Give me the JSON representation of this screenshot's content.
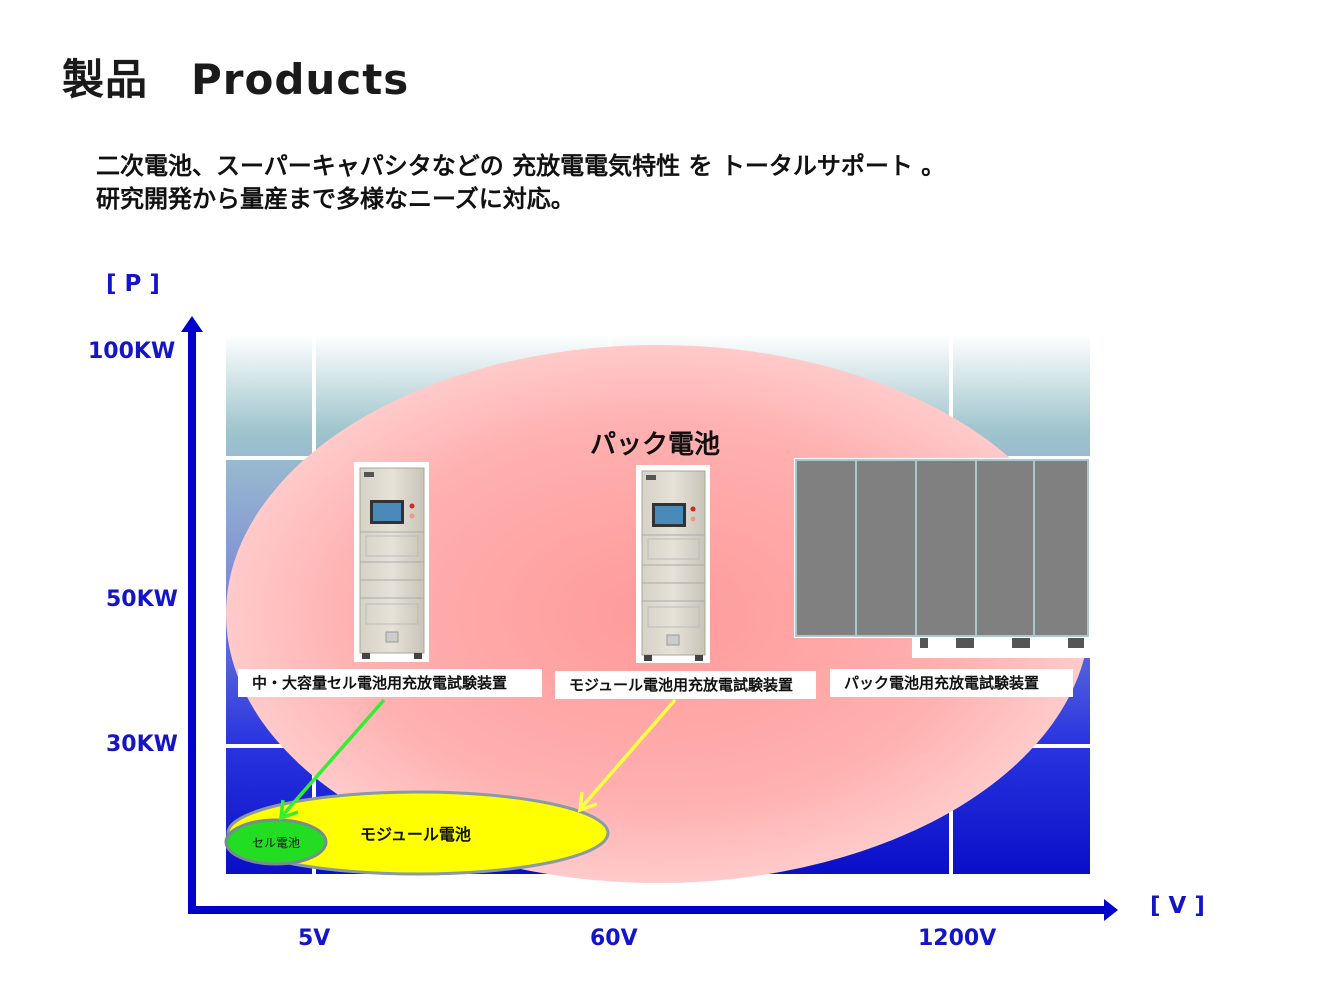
{
  "header": {
    "title": "製品　Products",
    "subtitle_line1": "二次電池、スーパーキャパシタなどの 充放電電気特性 を トータルサポート 。",
    "subtitle_line2": "研究開発から量産まで多様なニーズに対応。"
  },
  "axes": {
    "y_label": "[ P ]",
    "x_label": "[ V ]",
    "y_ticks": [
      "100KW",
      "50KW",
      "30KW"
    ],
    "x_ticks": [
      "5V",
      "60V",
      "1200V"
    ],
    "axis_color": "#0000cc"
  },
  "regions": {
    "pack": {
      "label": "パック電池",
      "color": "#ffb3b3"
    },
    "module": {
      "label": "モジュール電池",
      "color": "#ffff00"
    },
    "cell": {
      "label": "セル電池",
      "color": "#22dd22"
    }
  },
  "products": [
    {
      "label": "中・大容量セル電池用充放電試験装置",
      "arrow_color": "#33ee33"
    },
    {
      "label": "モジュール電池用充放電試験装置",
      "arrow_color": "#ffff44"
    },
    {
      "label": "パック電池用充放電試験装置"
    }
  ]
}
